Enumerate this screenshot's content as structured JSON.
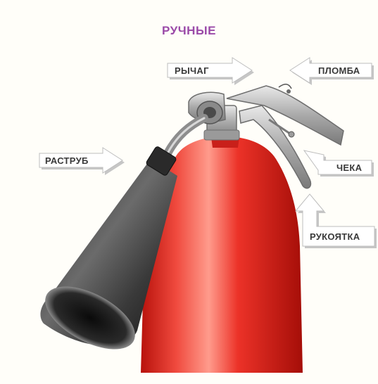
{
  "title": "РУЧНЫЕ",
  "labels": {
    "lever": "РЫЧАГ",
    "seal": "ПЛОМБА",
    "nozzle": "РАСТРУБ",
    "pin": "ЧЕКА",
    "handle": "РУКОЯТКА"
  },
  "colors": {
    "title": "#9b4aa8",
    "cylinder": "#e8322a",
    "horn": "#3b3b3b",
    "metal": "#b9b9b9",
    "callout_fill": "#ffffff",
    "callout_shadow": "#c6c6c6",
    "label_text": "#3a3a3a"
  }
}
